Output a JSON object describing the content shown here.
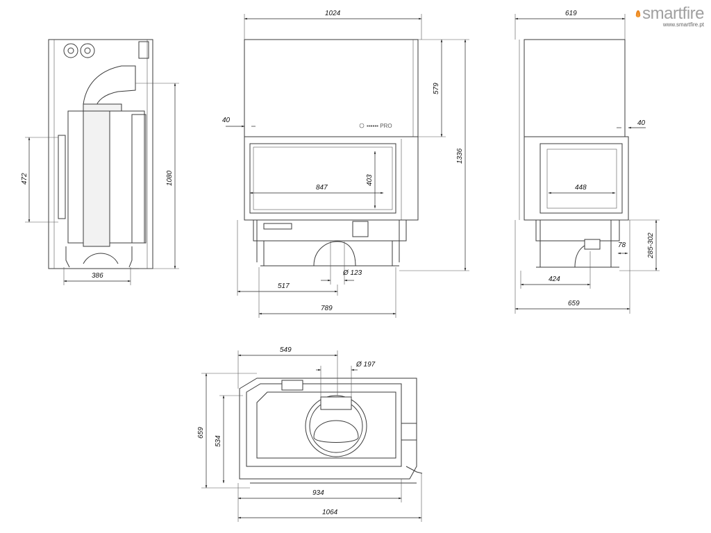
{
  "brand": {
    "name_part1": "smart",
    "name_part2": "fire",
    "url": "www.smartfire.pt",
    "color": "#a0a0a0",
    "accent": "#e8821e"
  },
  "front_view": {
    "logo_text": "PRO",
    "dims": {
      "width_top": "1024",
      "height_upper": "579",
      "height_total": "1336",
      "offset_left": "40",
      "glass_width": "847",
      "glass_height": "403",
      "flue_offset": "517",
      "flue_diameter": "Ø 123",
      "base_width": "789"
    }
  },
  "left_view": {
    "dims": {
      "height_side": "472",
      "height_total": "1080",
      "base_width": "386"
    }
  },
  "right_view": {
    "dims": {
      "width_top": "619",
      "offset_right": "40",
      "glass_width": "448",
      "foot_offset": "78",
      "leg_range": "285-302",
      "base_inner": "424",
      "base_total": "659"
    }
  },
  "top_view": {
    "dims": {
      "flue_offset": "549",
      "flue_diameter": "Ø 197",
      "depth_total": "659",
      "depth_inner": "534",
      "width_inner": "934",
      "width_total": "1064"
    }
  }
}
